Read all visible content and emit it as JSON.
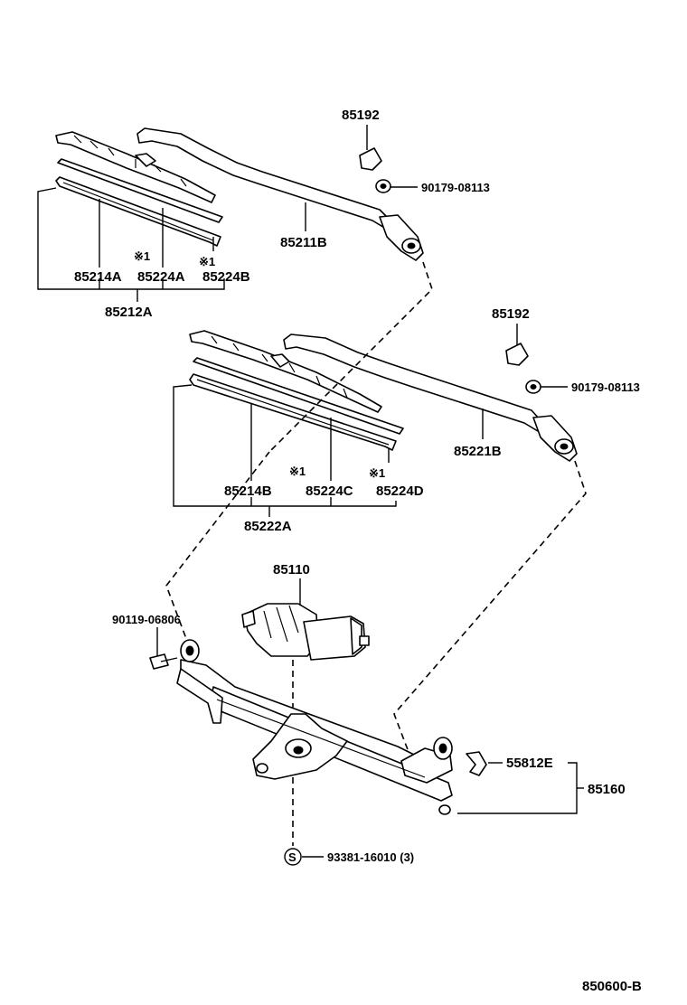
{
  "labels": {
    "cap_upper": "85192",
    "nut_upper": "90179-08113",
    "arm_upper": "85211B",
    "blade_upper_note1": "※1",
    "blade_upper_note2": "※1",
    "rubber_upper_a": "85214A",
    "rubber_upper_b": "85224A",
    "rubber_upper_c": "85224B",
    "blade_assy_upper": "85212A",
    "cap_lower": "85192",
    "nut_lower": "90179-08113",
    "arm_lower": "85221B",
    "blade_lower_note1": "※1",
    "blade_lower_note2": "※1",
    "rubber_lower_a": "85214B",
    "rubber_lower_b": "85224C",
    "rubber_lower_c": "85224D",
    "blade_assy_lower": "85222A",
    "motor": "85110",
    "bolt": "90119-06806",
    "clip": "55812E",
    "link_assy": "85160",
    "screw_symbol": "S",
    "screw": "93381-16010 (3)",
    "figure_code": "850600-B"
  }
}
